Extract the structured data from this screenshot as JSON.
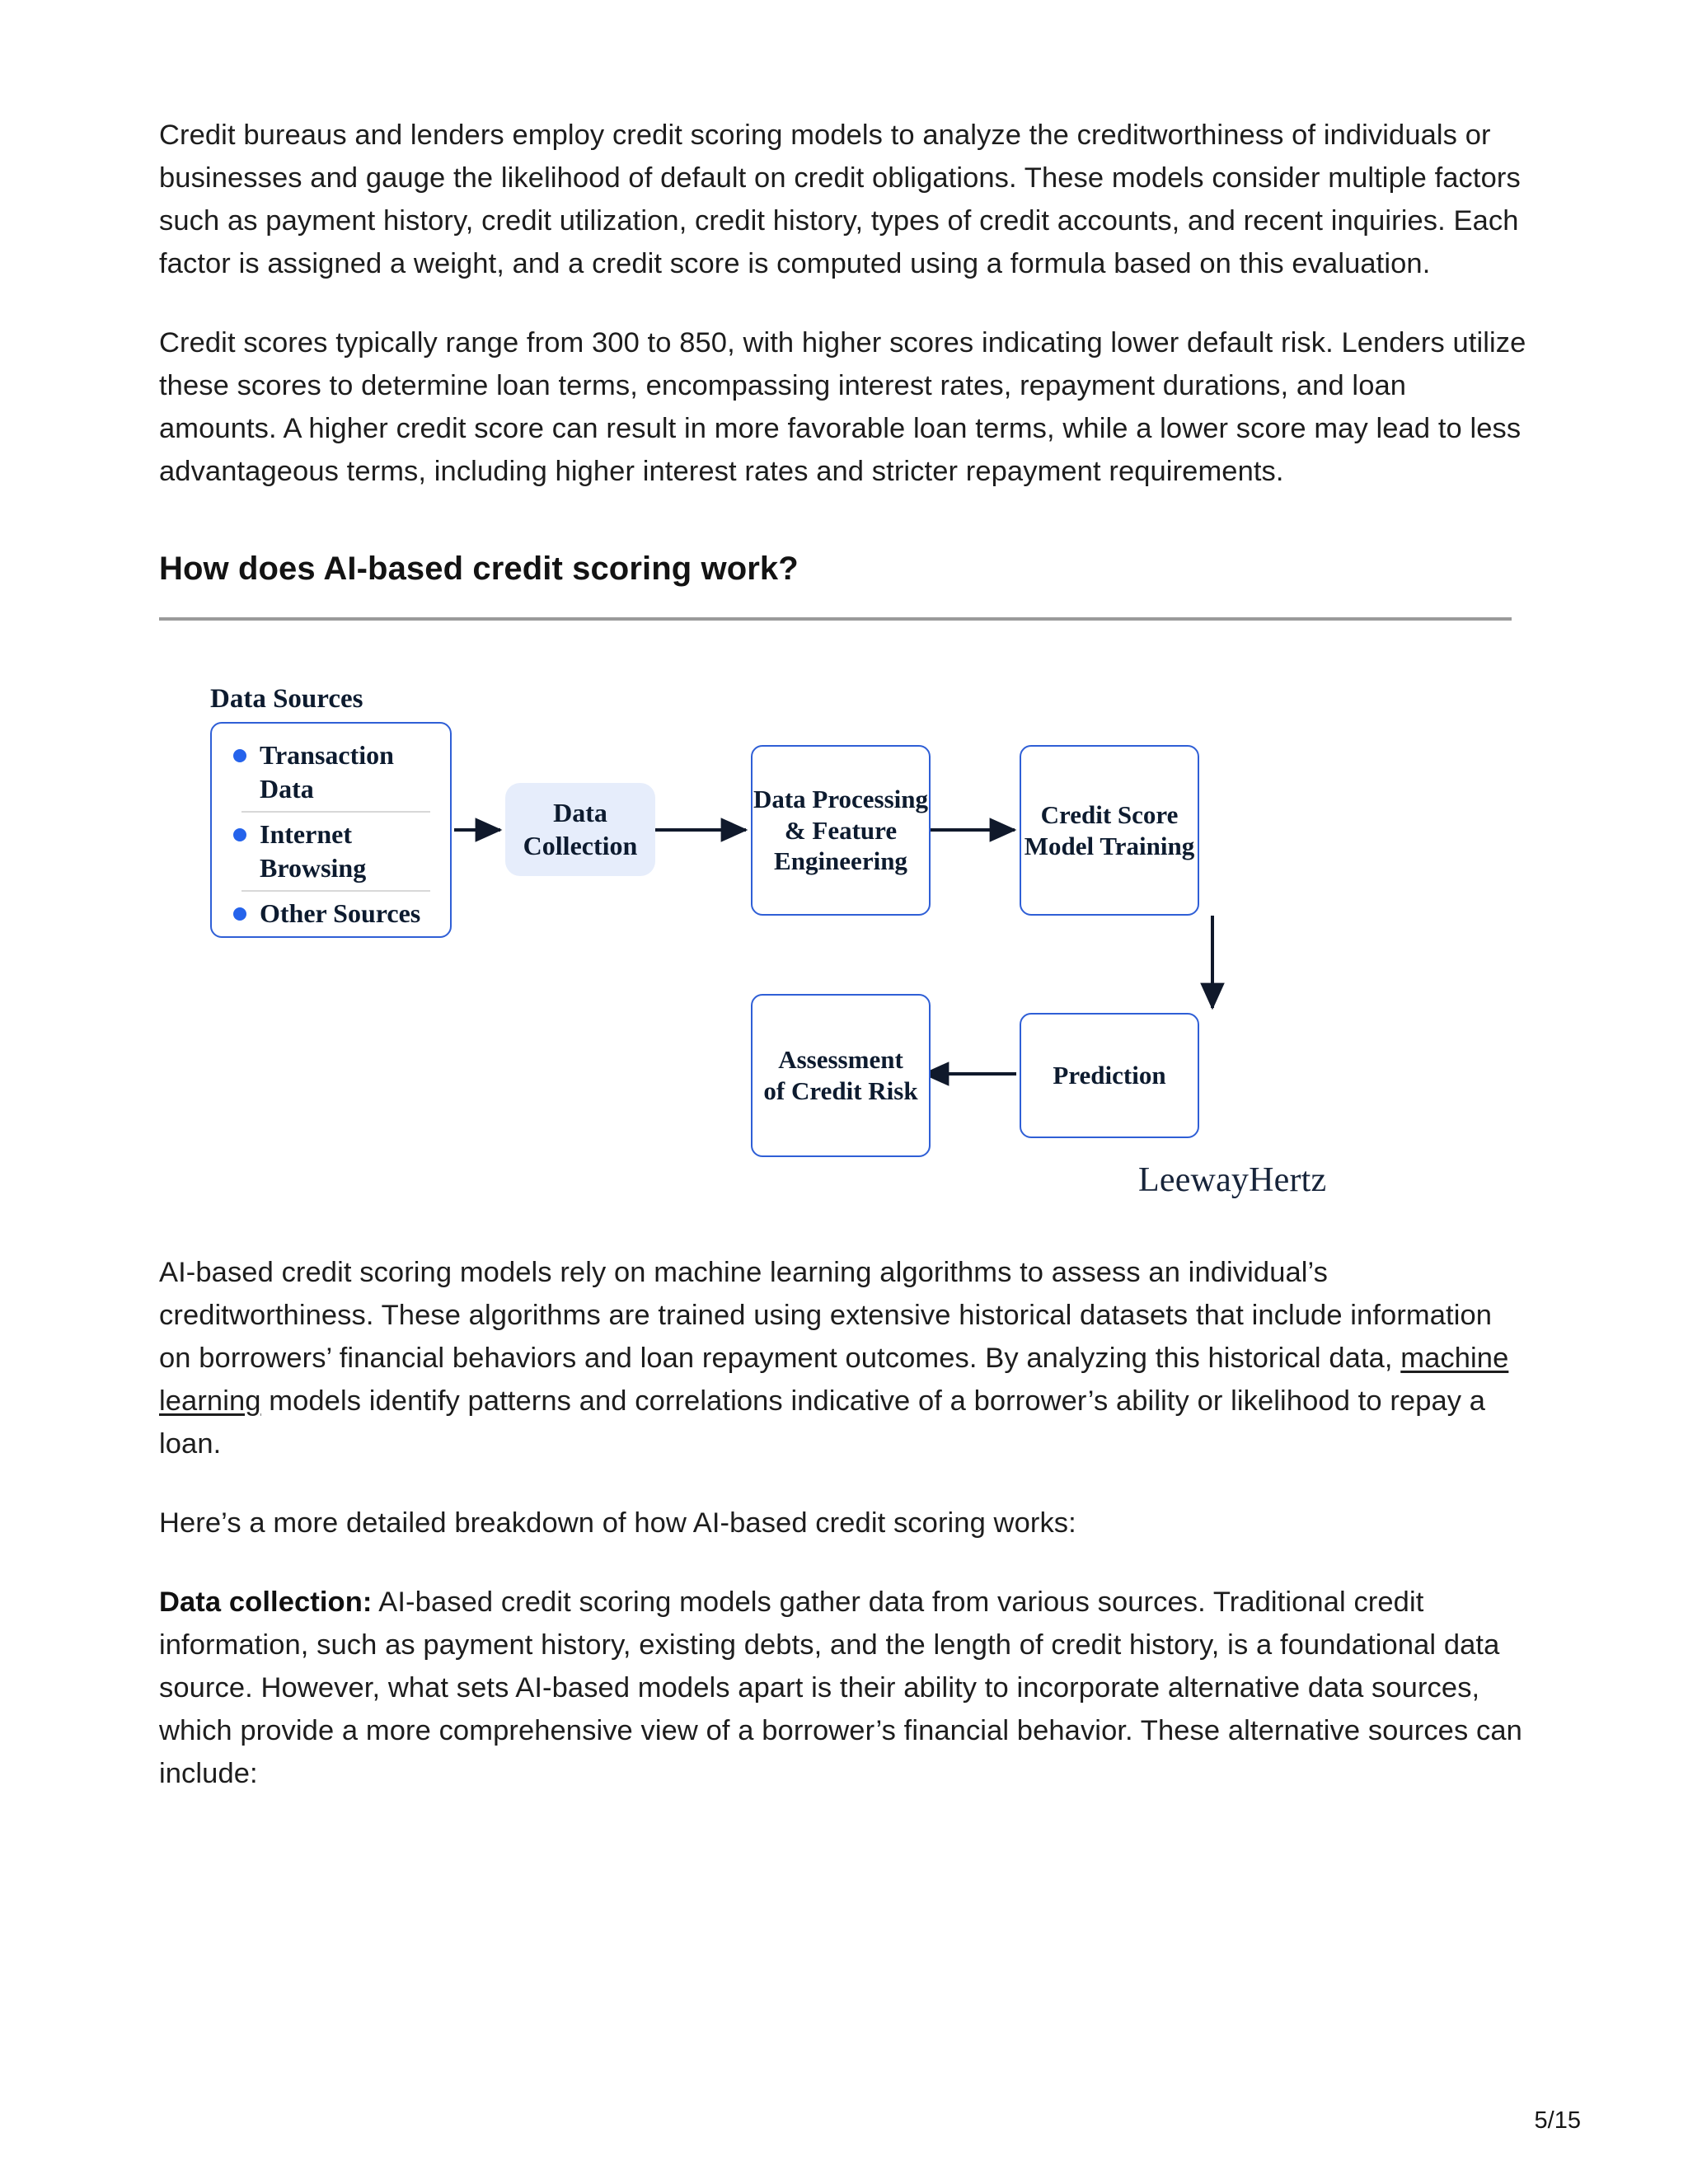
{
  "page": {
    "number_label": "5/15"
  },
  "paragraphs": {
    "p1": "Credit bureaus and lenders employ credit scoring models to analyze the creditworthiness of individuals or businesses and gauge the likelihood of default on credit obligations. These models consider multiple factors such as payment history, credit utilization, credit history, types of credit accounts, and recent inquiries. Each factor is assigned a weight, and a credit score is computed using a formula based on this evaluation.",
    "p2": "Credit scores typically range from 300 to 850, with higher scores indicating lower default risk. Lenders utilize these scores to determine loan terms, encompassing interest rates, repayment durations, and loan amounts. A higher credit score can result in more favorable loan terms, while a lower score may lead to less advantageous terms, including higher interest rates and stricter repayment requirements.",
    "p3_part1": "AI-based credit scoring models rely on machine learning algorithms to assess an individual’s creditworthiness. These algorithms are trained using extensive historical datasets that include information on borrowers’ financial behaviors and loan repayment outcomes. By analyzing this historical data, ",
    "p3_link": "machine learning",
    "p3_part2": " models identify patterns and correlations indicative of a borrower’s ability or likelihood to repay a loan.",
    "p4": "Here’s a more detailed breakdown of how AI-based credit scoring works:",
    "p5_lead": "Data collection:",
    "p5_rest": " AI-based credit scoring models gather data from various sources. Traditional credit information, such as payment history, existing debts, and the length of credit history, is a foundational data source. However, what sets AI-based models apart is their ability to incorporate alternative data sources, which provide a more comprehensive view of a borrower’s financial behavior. These alternative sources can include:"
  },
  "heading": {
    "text": "How does AI-based credit scoring work?"
  },
  "diagram": {
    "data_sources_title": "Data Sources",
    "data_sources_items": [
      "Transaction Data",
      "Internet Browsing",
      "Other Sources"
    ],
    "nodes": {
      "data_collection": "Data Collection",
      "data_processing": "Data Processing & Feature Engineering",
      "model_training": "Credit Score Model Training",
      "prediction": "Prediction",
      "assessment": "Assessment of Credit Risk"
    },
    "node_lines": {
      "data_collection": [
        "Data",
        "Collection"
      ],
      "data_processing": [
        "Data Processing",
        "& Feature",
        "Engineering"
      ],
      "model_training": [
        "Credit Score",
        "Model Training"
      ],
      "prediction": [
        "Prediction"
      ],
      "assessment": [
        "Assessment",
        "of Credit Risk"
      ]
    },
    "watermark": "LeewayHertz",
    "colors": {
      "box_border": "#2f5fd6",
      "box_fill": "#e6edfb",
      "bullet": "#2563eb",
      "text": "#0d1b2f",
      "arrow": "#10192b"
    }
  }
}
